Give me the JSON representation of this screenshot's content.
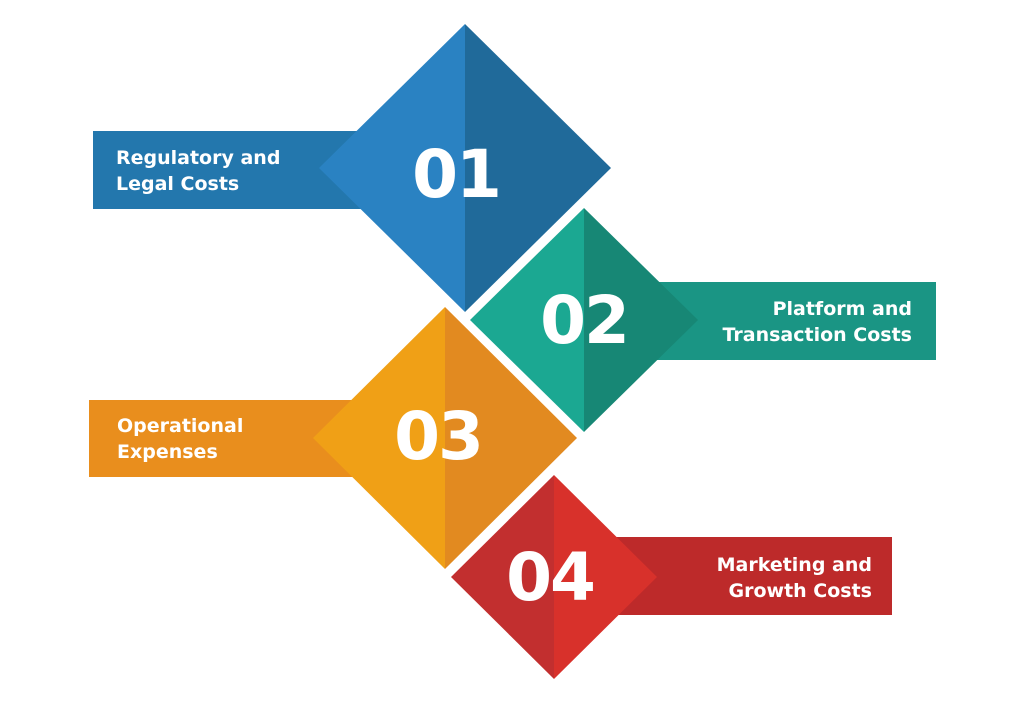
{
  "items": [
    {
      "number": "01",
      "line1": "Regulatory and",
      "line2": "Legal Costs",
      "colors": {
        "banner": "#2377ad",
        "light": "#2a82c2",
        "dark": "#206a9a"
      }
    },
    {
      "number": "02",
      "line1": "Platform and",
      "line2": "Transaction Costs",
      "colors": {
        "banner": "#1a9584",
        "light": "#1ba892",
        "dark": "#178775"
      }
    },
    {
      "number": "03",
      "line1": "Operational",
      "line2": "Expenses",
      "colors": {
        "banner": "#e98e1d",
        "light": "#f0a016",
        "dark": "#e28a20"
      }
    },
    {
      "number": "04",
      "line1": "Marketing and",
      "line2": "Growth Costs",
      "colors": {
        "banner": "#bd2a2a",
        "light": "#c22f2f",
        "dark": "#d8312b"
      }
    }
  ]
}
